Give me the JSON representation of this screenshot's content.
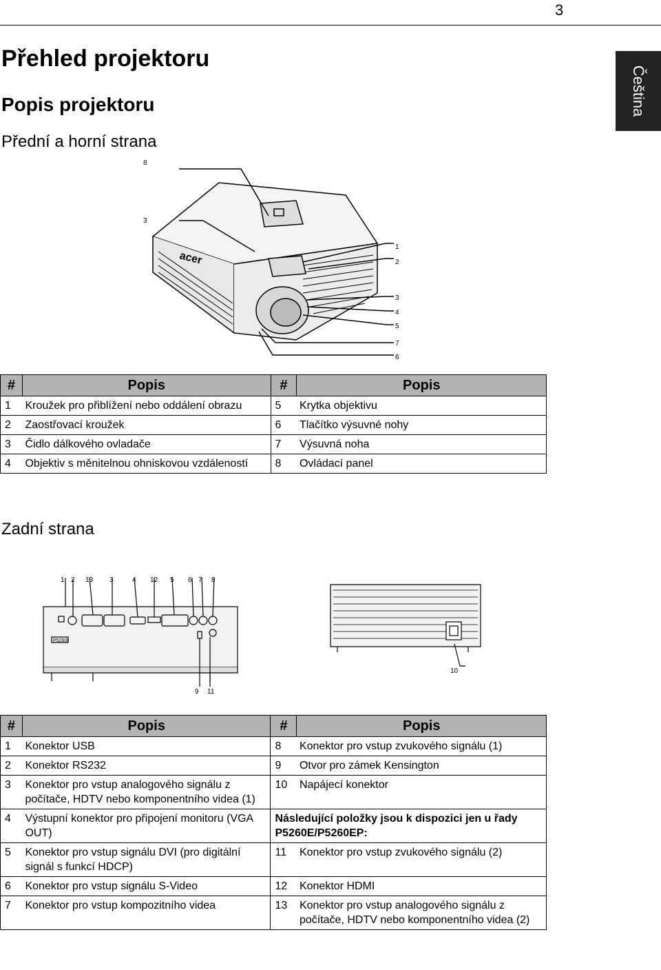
{
  "page_number": "3",
  "language_tab": "Čeština",
  "title": "Přehled projektoru",
  "subtitle": "Popis projektoru",
  "front": {
    "heading": "Přední a horní strana",
    "callouts": [
      "8",
      "3",
      "1",
      "2",
      "3",
      "4",
      "5",
      "7",
      "6"
    ],
    "table": {
      "headers": [
        "#",
        "Popis",
        "#",
        "Popis"
      ],
      "rows": [
        {
          "n1": "1",
          "d1": "Kroužek pro přiblížení nebo oddálení obrazu",
          "n2": "5",
          "d2": "Krytka objektivu"
        },
        {
          "n1": "2",
          "d1": "Zaostřovací kroužek",
          "n2": "6",
          "d2": "Tlačítko výsuvné nohy"
        },
        {
          "n1": "3",
          "d1": "Čidlo dálkového ovladače",
          "n2": "7",
          "d2": "Výsuvná noha"
        },
        {
          "n1": "4",
          "d1": "Objektiv s měnitelnou ohniskovou vzdáleností",
          "n2": "8",
          "d2": "Ovládací panel"
        }
      ]
    }
  },
  "rear": {
    "heading": "Zadní strana",
    "callouts_top": [
      "1",
      "2",
      "13",
      "3",
      "4",
      "12",
      "5",
      "6",
      "7",
      "8"
    ],
    "callouts_bottom": [
      "9",
      "11"
    ],
    "callout_right": "10",
    "model_label": "P5260i",
    "table": {
      "headers": [
        "#",
        "Popis",
        "#",
        "Popis"
      ],
      "rows": [
        {
          "n1": "1",
          "d1": "Konektor USB",
          "n2": "8",
          "d2": "Konektor pro vstup zvukového signálu (1)"
        },
        {
          "n1": "2",
          "d1": "Konektor RS232",
          "n2": "9",
          "d2": "Otvor pro zámek Kensington"
        },
        {
          "n1": "3",
          "d1": "Konektor pro vstup analogového signálu z počítače, HDTV nebo komponentního videa (1)",
          "n2": "10",
          "d2": "Napájecí konektor"
        },
        {
          "n1": "4",
          "d1": "Výstupní konektor pro připojení monitoru (VGA OUT)",
          "note": "Následující položky jsou k dispozici jen u řady P5260E/P5260EP:"
        },
        {
          "n1": "5",
          "d1": "Konektor pro vstup signálu DVI (pro digitální signál s funkcí HDCP)",
          "n2": "11",
          "d2": "Konektor pro vstup zvukového signálu (2)"
        },
        {
          "n1": "6",
          "d1": "Konektor pro vstup signálu S-Video",
          "n2": "12",
          "d2": "Konektor HDMI"
        },
        {
          "n1": "7",
          "d1": "Konektor pro vstup kompozitního videa",
          "n2": "13",
          "d2": "Konektor pro vstup analogového signálu z počítače, HDTV nebo komponentního videa (2)"
        }
      ]
    }
  }
}
